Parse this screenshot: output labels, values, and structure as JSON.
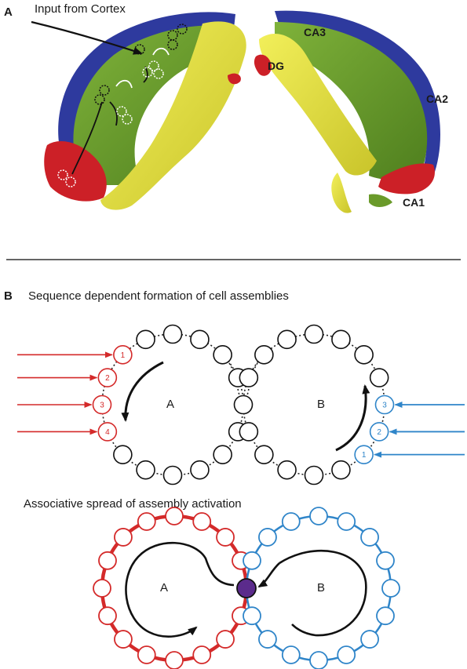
{
  "panel_a": {
    "letter": "A",
    "input_label": "Input from Cortex",
    "regions": {
      "dg": "DG",
      "ca3": "CA3",
      "ca2": "CA2",
      "ca1": "CA1"
    }
  },
  "panel_b": {
    "letter": "B",
    "sequence_title": "Sequence dependent formation of cell assemblies",
    "spread_title": "Associative spread of assembly activation",
    "assembly_a": "A",
    "assembly_b": "B",
    "red_order": [
      "1",
      "2",
      "3",
      "4"
    ],
    "blue_order": [
      "1",
      "2",
      "3"
    ]
  },
  "colors": {
    "ca1": "#cc2027",
    "ca2": "#2e3a9e",
    "ca3": "#6a9a2a",
    "dg": "#e4e035",
    "assembly_a": "#d42a2a",
    "assembly_b": "#2f85c9",
    "shared_cell": "#5b2b8c",
    "divider": "#333333"
  }
}
